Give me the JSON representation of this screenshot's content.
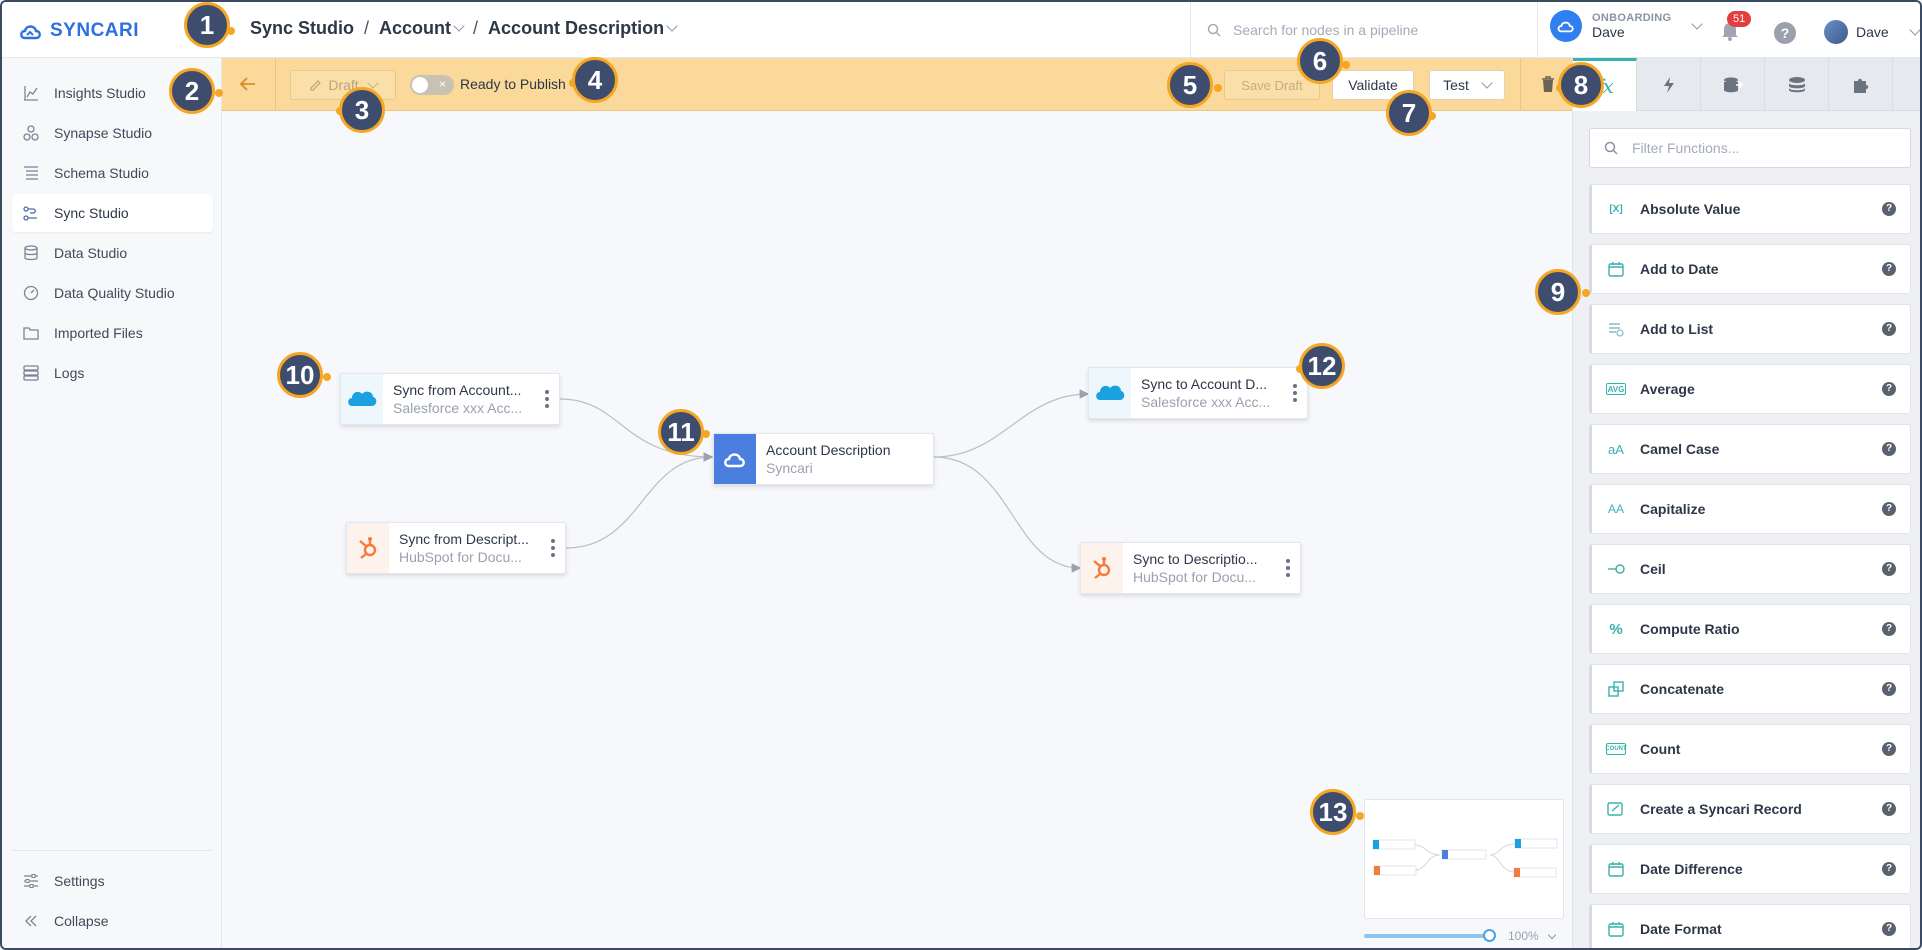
{
  "app": {
    "logo_text": "SYNCARI"
  },
  "breadcrumb": [
    {
      "label": "Sync Studio"
    },
    {
      "label": "Account"
    },
    {
      "label": "Account Description"
    }
  ],
  "breadcrumb_sep": "/",
  "search": {
    "placeholder": "Search for nodes in a pipeline",
    "value": ""
  },
  "workspace": {
    "label": "ONBOARDING",
    "name": "Dave"
  },
  "notifications": {
    "count": "51"
  },
  "help": {
    "glyph": "?"
  },
  "user": {
    "name": "Dave"
  },
  "sidebar": {
    "items": [
      {
        "label": "Insights Studio",
        "icon": "chart-icon"
      },
      {
        "label": "Synapse Studio",
        "icon": "nodes-icon"
      },
      {
        "label": "Schema Studio",
        "icon": "schema-icon"
      },
      {
        "label": "Sync Studio",
        "icon": "sync-icon",
        "active": true
      },
      {
        "label": "Data Studio",
        "icon": "database-icon"
      },
      {
        "label": "Data Quality Studio",
        "icon": "gauge-icon"
      },
      {
        "label": "Imported Files",
        "icon": "folder-icon"
      },
      {
        "label": "Logs",
        "icon": "logs-icon"
      }
    ],
    "footer": [
      {
        "label": "Settings",
        "icon": "sliders-icon"
      },
      {
        "label": "Collapse",
        "icon": "collapse-icon"
      }
    ]
  },
  "toolbar": {
    "draft_label": "Draft",
    "toggle_x": "×",
    "ready_label": "Ready to Publish",
    "save_label": "Save Draft",
    "validate_label": "Validate",
    "test_label": "Test"
  },
  "functions_panel": {
    "filter_placeholder": "Filter Functions...",
    "help_glyph": "?",
    "items": [
      {
        "label": "Absolute Value",
        "icon": "[X]"
      },
      {
        "label": "Add to Date",
        "icon": "calendar"
      },
      {
        "label": "Add to List",
        "icon": "list"
      },
      {
        "label": "Average",
        "icon": "AVG"
      },
      {
        "label": "Camel Case",
        "icon": "aA"
      },
      {
        "label": "Capitalize",
        "icon": "AA"
      },
      {
        "label": "Ceil",
        "icon": "-o"
      },
      {
        "label": "Compute Ratio",
        "icon": "%"
      },
      {
        "label": "Concatenate",
        "icon": "squares"
      },
      {
        "label": "Count",
        "icon": "COUNT"
      },
      {
        "label": "Create a Syncari Record",
        "icon": "record"
      },
      {
        "label": "Date Difference",
        "icon": "calendar"
      },
      {
        "label": "Date Format",
        "icon": "calendar"
      }
    ]
  },
  "nodes": [
    {
      "title": "Sync from Account...",
      "subtitle": "Salesforce xxx Acc...",
      "kind": "salesforce"
    },
    {
      "title": "Sync from Descript...",
      "subtitle": "HubSpot for Docu...",
      "kind": "hubspot"
    },
    {
      "title": "Account Description",
      "subtitle": "Syncari",
      "kind": "syncari"
    },
    {
      "title": "Sync to Account D...",
      "subtitle": "Salesforce xxx Acc...",
      "kind": "salesforce"
    },
    {
      "title": "Sync to Descriptio...",
      "subtitle": "HubSpot for Docu...",
      "kind": "hubspot"
    }
  ],
  "zoom": {
    "label": "100%",
    "value": 1.0
  },
  "callouts": [
    "1",
    "2",
    "3",
    "4",
    "5",
    "6",
    "7",
    "8",
    "9",
    "10",
    "11",
    "12",
    "13"
  ],
  "colors": {
    "accent": "#f5a623",
    "callout_bg": "#3e4d6e",
    "toolbar": "#fbd99a",
    "teal": "#38b2ac",
    "brand": "#2f6fe0"
  }
}
